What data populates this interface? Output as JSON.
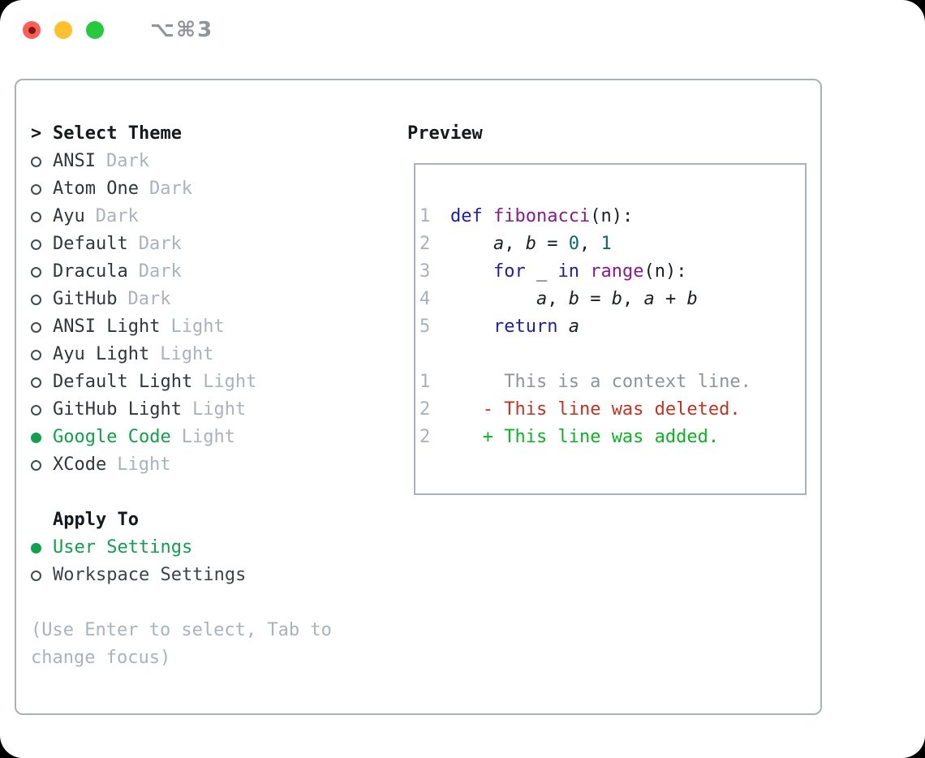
{
  "window": {
    "shortcut_label": "⌥⌘3",
    "traffic_light_colors": {
      "close": "#ff5e55",
      "close_dot": "#7e1710",
      "minimize": "#fec02f",
      "zoom": "#27c93f"
    }
  },
  "colors": {
    "accent_green": "#0fa14b",
    "diff_added_green": "#0cb423",
    "diff_deleted_red": "#c3331f",
    "keyword_blue": "#1d1db2",
    "function_purple": "#8b1a8b",
    "literal_teal": "#0d6a6a",
    "muted_gray": "#a9b3be",
    "line_number_gray": "#a8b2bd",
    "context_gray": "#8f9499",
    "panel_border": "#a9b1ba"
  },
  "theme_picker": {
    "cursor": ">",
    "title": "Select Theme",
    "themes": [
      {
        "name": "ANSI",
        "variant": "Dark",
        "selected": false
      },
      {
        "name": "Atom One",
        "variant": "Dark",
        "selected": false
      },
      {
        "name": "Ayu",
        "variant": "Dark",
        "selected": false
      },
      {
        "name": "Default",
        "variant": "Dark",
        "selected": false
      },
      {
        "name": "Dracula",
        "variant": "Dark",
        "selected": false
      },
      {
        "name": "GitHub",
        "variant": "Dark",
        "selected": false
      },
      {
        "name": "ANSI Light",
        "variant": "Light",
        "selected": false
      },
      {
        "name": "Ayu Light",
        "variant": "Light",
        "selected": false
      },
      {
        "name": "Default Light",
        "variant": "Light",
        "selected": false
      },
      {
        "name": "GitHub Light",
        "variant": "Light",
        "selected": false
      },
      {
        "name": "Google Code",
        "variant": "Light",
        "selected": true
      },
      {
        "name": "XCode",
        "variant": "Light",
        "selected": false
      }
    ],
    "apply_to": {
      "title": "Apply To",
      "options": [
        {
          "label": "User Settings",
          "selected": true
        },
        {
          "label": "Workspace Settings",
          "selected": false
        }
      ]
    },
    "hint": "(Use Enter to select, Tab to change focus)"
  },
  "preview": {
    "title": "Preview",
    "lines": [
      {
        "num": "1",
        "tokens": [
          {
            "t": "def",
            "c": "kw"
          },
          {
            "t": " ",
            "c": "pl"
          },
          {
            "t": "fibonacci",
            "c": "fn"
          },
          {
            "t": "(n):",
            "c": "pl"
          }
        ]
      },
      {
        "num": "2",
        "tokens": [
          {
            "t": "    ",
            "c": "pl"
          },
          {
            "t": "a",
            "c": "var"
          },
          {
            "t": ", ",
            "c": "pl"
          },
          {
            "t": "b",
            "c": "var"
          },
          {
            "t": " = ",
            "c": "pl"
          },
          {
            "t": "0",
            "c": "num"
          },
          {
            "t": ", ",
            "c": "pl"
          },
          {
            "t": "1",
            "c": "num"
          }
        ]
      },
      {
        "num": "3",
        "tokens": [
          {
            "t": "    ",
            "c": "pl"
          },
          {
            "t": "for",
            "c": "kw"
          },
          {
            "t": " _ ",
            "c": "pl"
          },
          {
            "t": "in",
            "c": "kw"
          },
          {
            "t": " ",
            "c": "pl"
          },
          {
            "t": "range",
            "c": "fn"
          },
          {
            "t": "(n):",
            "c": "pl"
          }
        ]
      },
      {
        "num": "4",
        "tokens": [
          {
            "t": "        ",
            "c": "pl"
          },
          {
            "t": "a",
            "c": "var"
          },
          {
            "t": ", ",
            "c": "pl"
          },
          {
            "t": "b",
            "c": "var"
          },
          {
            "t": " = ",
            "c": "pl"
          },
          {
            "t": "b",
            "c": "var"
          },
          {
            "t": ", ",
            "c": "pl"
          },
          {
            "t": "a",
            "c": "var"
          },
          {
            "t": " + ",
            "c": "pl"
          },
          {
            "t": "b",
            "c": "var"
          }
        ]
      },
      {
        "num": "5",
        "tokens": [
          {
            "t": "    ",
            "c": "pl"
          },
          {
            "t": "return",
            "c": "kw"
          },
          {
            "t": " ",
            "c": "pl"
          },
          {
            "t": "a",
            "c": "var"
          }
        ]
      },
      {
        "num": "",
        "tokens": []
      },
      {
        "num": "1",
        "tokens": [
          {
            "t": "     This is a context line.",
            "c": "ctx"
          }
        ]
      },
      {
        "num": "2",
        "tokens": [
          {
            "t": "   ",
            "c": "pl"
          },
          {
            "t": "- This line was deleted.",
            "c": "del"
          }
        ]
      },
      {
        "num": "2",
        "tokens": [
          {
            "t": "   ",
            "c": "pl"
          },
          {
            "t": "+ This line was added.",
            "c": "add"
          }
        ]
      }
    ]
  }
}
